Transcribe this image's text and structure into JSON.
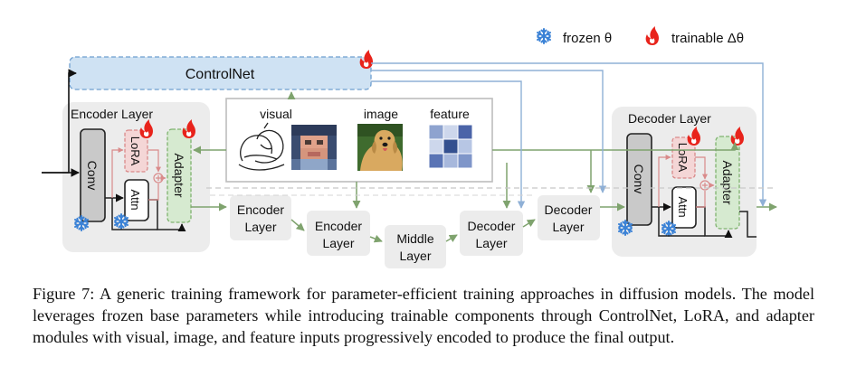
{
  "legend": {
    "frozen_label": "frozen θ",
    "trainable_label": "trainable Δθ"
  },
  "controlnet": {
    "label": "ControlNet"
  },
  "encoder_block": {
    "title": "Encoder Layer",
    "conv": "Conv",
    "lora": "LoRA",
    "attn": "Attn",
    "adapter": "Adapter"
  },
  "decoder_block": {
    "title": "Decoder Layer",
    "conv": "Conv",
    "lora": "LoRA",
    "attn": "Attn",
    "adapter": "Adapter"
  },
  "inputs": {
    "visual": "visual",
    "image": "image",
    "feature": "feature"
  },
  "pipeline": {
    "encoder_1": [
      "Encoder",
      "Layer"
    ],
    "encoder_2": [
      "Encoder",
      "Layer"
    ],
    "middle": [
      "Middle",
      "Layer"
    ],
    "decoder_1": [
      "Decoder",
      "Layer"
    ],
    "decoder_2": [
      "Decoder",
      "Layer"
    ]
  },
  "caption": "Figure 7: A generic training framework for parameter-efficient training approaches in diffusion models. The model leverages frozen base parameters while introducing trainable components through ControlNet, LoRA, and adapter modules with visual, image, and feature inputs progressively encoded to produce the final output.",
  "colors": {
    "controlnet_fill": "#cfe2f3",
    "controlnet_border": "#6d9ecf",
    "lora_fill": "#f4d6d6",
    "lora_border": "#d98a8a",
    "adapter_fill": "#d6ead0",
    "adapter_border": "#7fb36f",
    "block_bg": "#ececec",
    "conv_fill": "#c9c9c9",
    "flame": "#e8231b",
    "snowflake": "#3b82d6",
    "green_arrow": "#7fa36e",
    "blue_arrow": "#8fb0d6"
  }
}
